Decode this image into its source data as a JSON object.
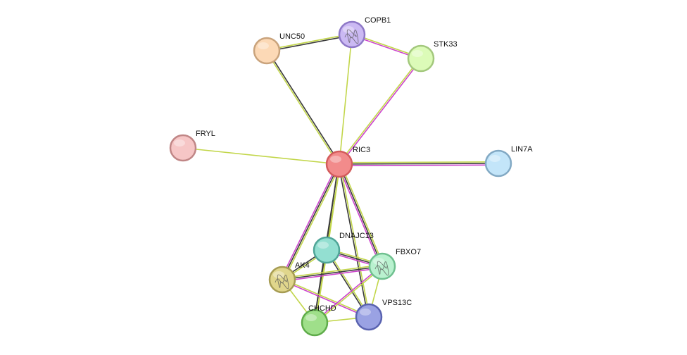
{
  "network": {
    "nodes": [
      {
        "id": "RIC3",
        "label": "RIC3",
        "fill": "#f28b8b",
        "stroke": "#d35b5b",
        "structure": false
      },
      {
        "id": "UNC50",
        "label": "UNC50",
        "fill": "#fcd9b6",
        "stroke": "#c9a37c",
        "structure": false
      },
      {
        "id": "COPB1",
        "label": "COPB1",
        "fill": "#cbb9f3",
        "stroke": "#8e78c7",
        "structure": true
      },
      {
        "id": "STK33",
        "label": "STK33",
        "fill": "#dcfbb8",
        "stroke": "#a3c87d",
        "structure": false
      },
      {
        "id": "FRYL",
        "label": "FRYL",
        "fill": "#f6c6c6",
        "stroke": "#c08686",
        "structure": false
      },
      {
        "id": "LIN7A",
        "label": "LIN7A",
        "fill": "#c3e5f9",
        "stroke": "#82a9c4",
        "structure": false
      },
      {
        "id": "DNAJC13",
        "label": "DNAJC13",
        "fill": "#93dfd1",
        "stroke": "#4fa597",
        "structure": false
      },
      {
        "id": "FBXO7",
        "label": "FBXO7",
        "fill": "#b9f1cf",
        "stroke": "#6fc08f",
        "structure": true
      },
      {
        "id": "AK4",
        "label": "AK4",
        "fill": "#e0d68c",
        "stroke": "#a69c53",
        "structure": true
      },
      {
        "id": "CHCHD",
        "label": "CHCHD",
        "fill": "#9fdf8a",
        "stroke": "#5fac4a",
        "structure": false
      },
      {
        "id": "VPS13C",
        "label": "VPS13C",
        "fill": "#9aa2e3",
        "stroke": "#5a63b0",
        "structure": false
      }
    ],
    "edges": [
      {
        "source": "RIC3",
        "target": "UNC50",
        "colors": [
          "#c2d64a",
          "#3b3b3b"
        ]
      },
      {
        "source": "RIC3",
        "target": "COPB1",
        "colors": [
          "#c2d64a"
        ]
      },
      {
        "source": "RIC3",
        "target": "STK33",
        "colors": [
          "#c2d64a",
          "#cc44cc"
        ]
      },
      {
        "source": "RIC3",
        "target": "FRYL",
        "colors": [
          "#c2d64a"
        ]
      },
      {
        "source": "RIC3",
        "target": "LIN7A",
        "colors": [
          "#c2d64a",
          "#3b3b3b",
          "#cc44cc"
        ]
      },
      {
        "source": "RIC3",
        "target": "DNAJC13",
        "colors": [
          "#c2d64a",
          "#3b3b3b"
        ]
      },
      {
        "source": "RIC3",
        "target": "FBXO7",
        "colors": [
          "#c2d64a",
          "#3b3b3b",
          "#cc44cc"
        ]
      },
      {
        "source": "RIC3",
        "target": "AK4",
        "colors": [
          "#c2d64a",
          "#3b3b3b",
          "#cc44cc"
        ]
      },
      {
        "source": "RIC3",
        "target": "CHCHD",
        "colors": [
          "#c2d64a",
          "#3b3b3b"
        ]
      },
      {
        "source": "RIC3",
        "target": "VPS13C",
        "colors": [
          "#c2d64a",
          "#3b3b3b"
        ]
      },
      {
        "source": "UNC50",
        "target": "COPB1",
        "colors": [
          "#c2d64a",
          "#3b3b3b"
        ]
      },
      {
        "source": "COPB1",
        "target": "STK33",
        "colors": [
          "#c2d64a",
          "#cc44cc"
        ]
      },
      {
        "source": "DNAJC13",
        "target": "FBXO7",
        "colors": [
          "#c2d64a",
          "#3b3b3b",
          "#cc44cc"
        ]
      },
      {
        "source": "DNAJC13",
        "target": "AK4",
        "colors": [
          "#c2d64a",
          "#3b3b3b"
        ]
      },
      {
        "source": "DNAJC13",
        "target": "CHCHD",
        "colors": [
          "#c2d64a",
          "#3b3b3b"
        ]
      },
      {
        "source": "DNAJC13",
        "target": "VPS13C",
        "colors": [
          "#c2d64a",
          "#3b3b3b"
        ]
      },
      {
        "source": "AK4",
        "target": "FBXO7",
        "colors": [
          "#c2d64a",
          "#3b3b3b",
          "#cc44cc"
        ]
      },
      {
        "source": "AK4",
        "target": "CHCHD",
        "colors": [
          "#c2d64a"
        ]
      },
      {
        "source": "AK4",
        "target": "VPS13C",
        "colors": [
          "#c2d64a",
          "#cc44cc"
        ]
      },
      {
        "source": "FBXO7",
        "target": "CHCHD",
        "colors": [
          "#c2d64a",
          "#cc44cc"
        ]
      },
      {
        "source": "FBXO7",
        "target": "VPS13C",
        "colors": [
          "#c2d64a"
        ]
      },
      {
        "source": "CHCHD",
        "target": "VPS13C",
        "colors": [
          "#c2d64a"
        ]
      }
    ]
  }
}
